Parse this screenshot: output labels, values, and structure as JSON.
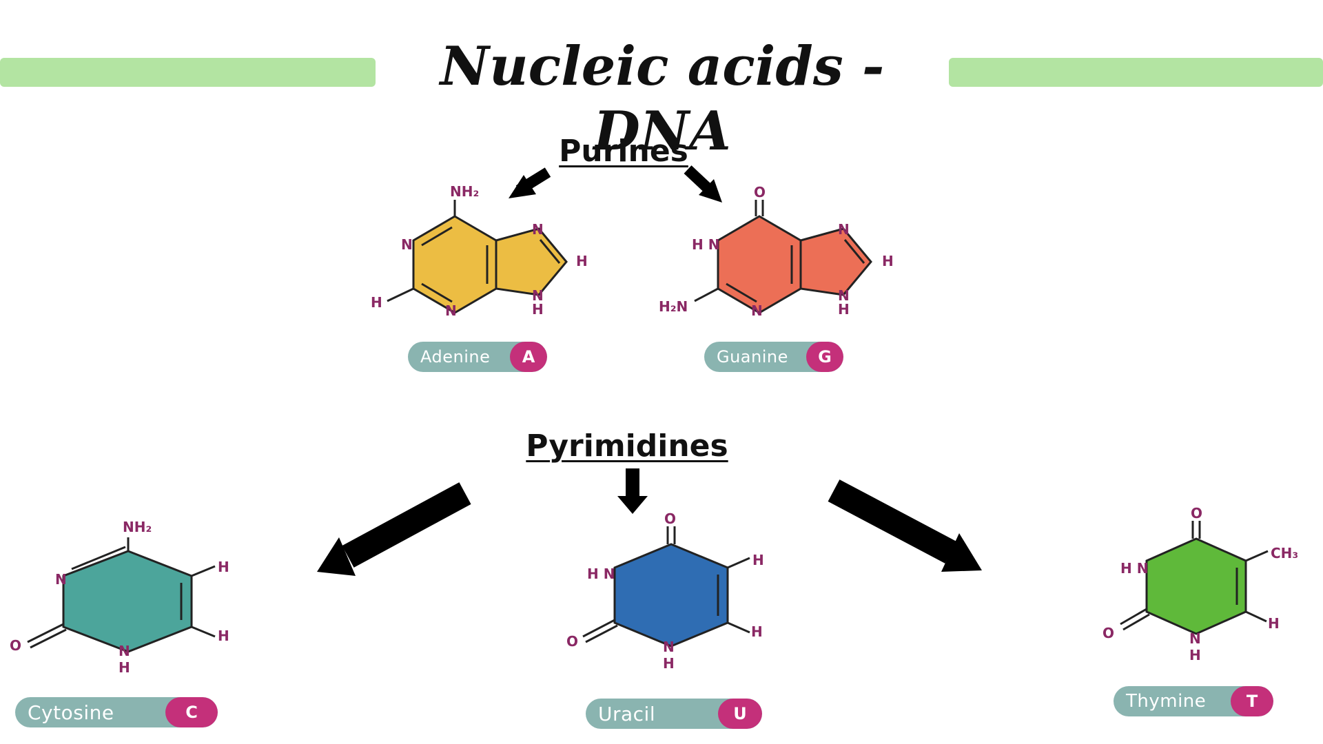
{
  "title": "Nucleic acids - DNA",
  "purines_heading": "Purines",
  "pyrimidines_heading": "Pyrimidines",
  "colors": {
    "adenine": "#ecbd43",
    "guanine": "#ec6f56",
    "cytosine": "#4ca59b",
    "uracil": "#2f6db3",
    "thymine": "#5fb93a",
    "title_bar": "#b3e4a2",
    "atom_label": "#8a2864",
    "pill": "#8ab4b0",
    "letter_badge": "#c4307a"
  },
  "molecules": {
    "adenine": {
      "name": "Adenine",
      "letter": "A",
      "atoms": {
        "nh2": "NH₂",
        "n1": "N",
        "n3": "N",
        "h2": "H",
        "n7": "N",
        "h8": "H",
        "n9": "N",
        "h9": "H"
      }
    },
    "guanine": {
      "name": "Guanine",
      "letter": "G",
      "atoms": {
        "o": "O",
        "hn1": "H N",
        "h2n": "H₂N",
        "n3": "N",
        "n7": "N",
        "h8": "H",
        "n9": "N",
        "h9": "H"
      }
    },
    "cytosine": {
      "name": "Cytosine",
      "letter": "C",
      "atoms": {
        "nh2": "NH₂",
        "n3": "N",
        "o": "O",
        "n1": "N",
        "h1": "H",
        "h5": "H",
        "h6": "H"
      }
    },
    "uracil": {
      "name": "Uracil",
      "letter": "U",
      "atoms": {
        "o4": "O",
        "hn3": "H N",
        "o2": "O",
        "n1": "N",
        "h1": "H",
        "h5": "H",
        "h6": "H"
      }
    },
    "thymine": {
      "name": "Thymine",
      "letter": "T",
      "atoms": {
        "o4": "O",
        "ch3": "CH₃",
        "hn3": "H N",
        "o2": "O",
        "n1": "N",
        "h1": "H",
        "h6": "H"
      }
    }
  }
}
